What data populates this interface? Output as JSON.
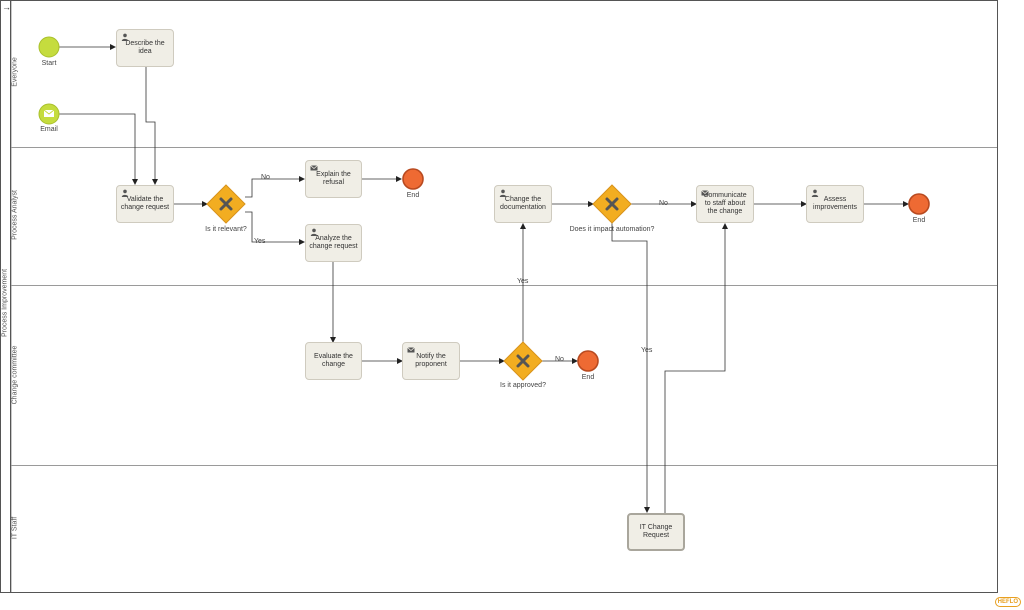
{
  "pool": {
    "label": "Process Improvement"
  },
  "lanes": [
    "Everyone",
    "Process Analyst",
    "Change committee",
    "IT Staff"
  ],
  "events": {
    "start": "Start",
    "email": "Email",
    "end_refusal": "End",
    "end_committee": "End",
    "end_final": "End"
  },
  "tasks": {
    "describe_idea": "Describe the idea",
    "validate_request": "Validate the change request",
    "explain_refusal": "Explain the refusal",
    "analyze_request": "Analyze the change request",
    "change_documentation": "Change the documentation",
    "communicate_staff": "Communicate to staff about the change",
    "assess_improvements": "Assess improvements",
    "evaluate_change": "Evaluate the change",
    "notify_proponent": "Notify the proponent",
    "it_change_request": "IT Change Request"
  },
  "gateways": {
    "is_relevant": "Is it relevant?",
    "impact_automation": "Does it impact automation?",
    "is_approved": "Is it approved?"
  },
  "flow_labels": {
    "relevant_no": "No",
    "relevant_yes": "Yes",
    "automation_no": "No",
    "automation_yes": "Yes",
    "approved_yes": "Yes",
    "approved_no": "No"
  },
  "colors": {
    "start_event": "#c5dc3e",
    "end_event": "#ee6a33",
    "gateway": "#f2ad21",
    "task_fill": "#f0eee6"
  },
  "logo": "HEFLO"
}
